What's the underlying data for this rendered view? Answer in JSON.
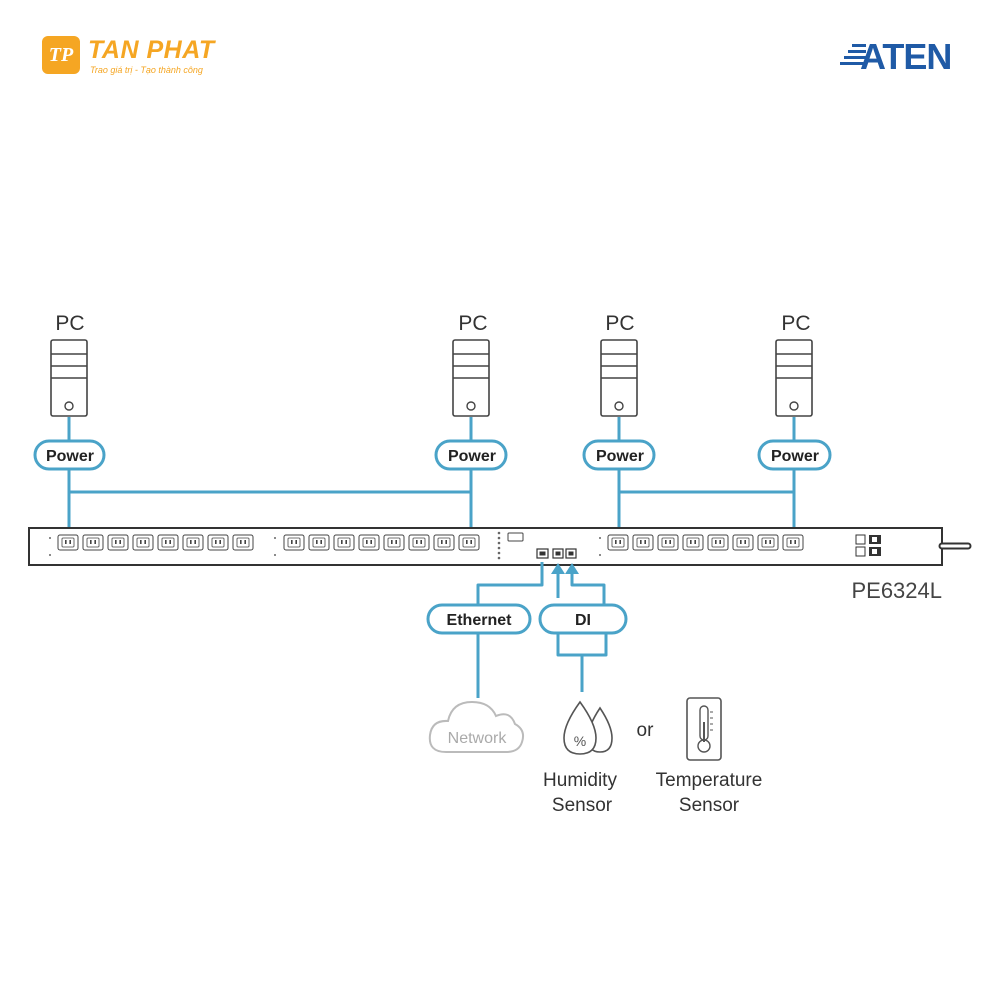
{
  "brand_left": {
    "badge": "TP",
    "name": "TAN PHAT",
    "tagline": "Trao giá trị - Tạo thành công",
    "color": "#f5a623"
  },
  "brand_right": {
    "name": "ATEN",
    "color": "#1f5aa6"
  },
  "colors": {
    "line": "#4aa3c8",
    "outline": "#444444",
    "light_gray": "#bbbbbb"
  },
  "pcs": [
    {
      "label": "PC",
      "connector": "Power"
    },
    {
      "label": "PC",
      "connector": "Power"
    },
    {
      "label": "PC",
      "connector": "Power"
    },
    {
      "label": "PC",
      "connector": "Power"
    }
  ],
  "pdu": {
    "model": "PE6324L"
  },
  "ports": {
    "ethernet": "Ethernet",
    "di": "DI"
  },
  "devices": {
    "network": "Network",
    "humidity_line1": "Humidity",
    "humidity_line2": "Sensor",
    "or": "or",
    "temperature_line1": "Temperature",
    "temperature_line2": "Sensor"
  }
}
